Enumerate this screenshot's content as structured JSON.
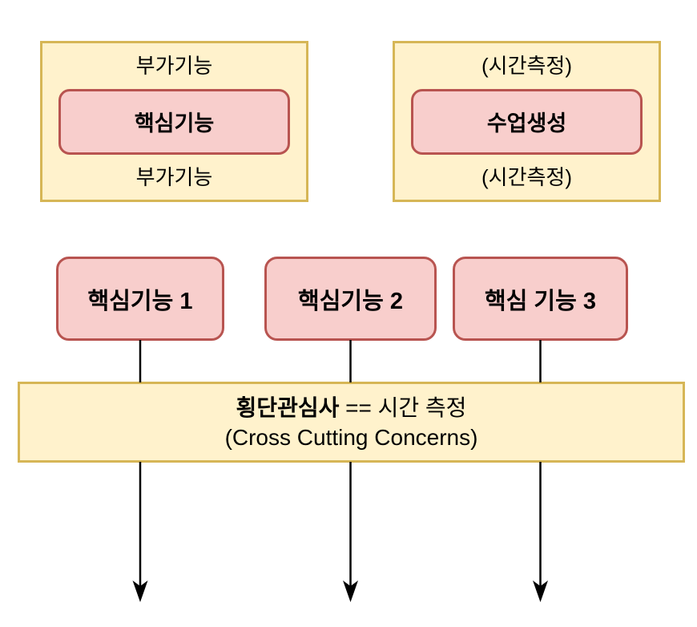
{
  "colors": {
    "yellow_fill": "#FFF2CC",
    "yellow_stroke": "#D6B656",
    "pink_fill": "#F8CECC",
    "pink_stroke": "#B85450",
    "ink": "#000000",
    "arrow": "#000000",
    "background": "#FFFFFF"
  },
  "left_panel": {
    "top_label": "부가기능",
    "core_label": "핵심기능",
    "bottom_label": "부가기능"
  },
  "right_panel": {
    "top_label": "(시간측정)",
    "core_label": "수업생성",
    "bottom_label": "(시간측정)"
  },
  "core_functions": [
    {
      "label": "핵심기능 1"
    },
    {
      "label": "핵심기능 2"
    },
    {
      "label": "핵심 기능 3"
    }
  ],
  "crosscut_bar": {
    "title_bold": "횡단관심사",
    "title_rest": " == 시간 측정",
    "subtitle": "(Cross Cutting Concerns)"
  }
}
